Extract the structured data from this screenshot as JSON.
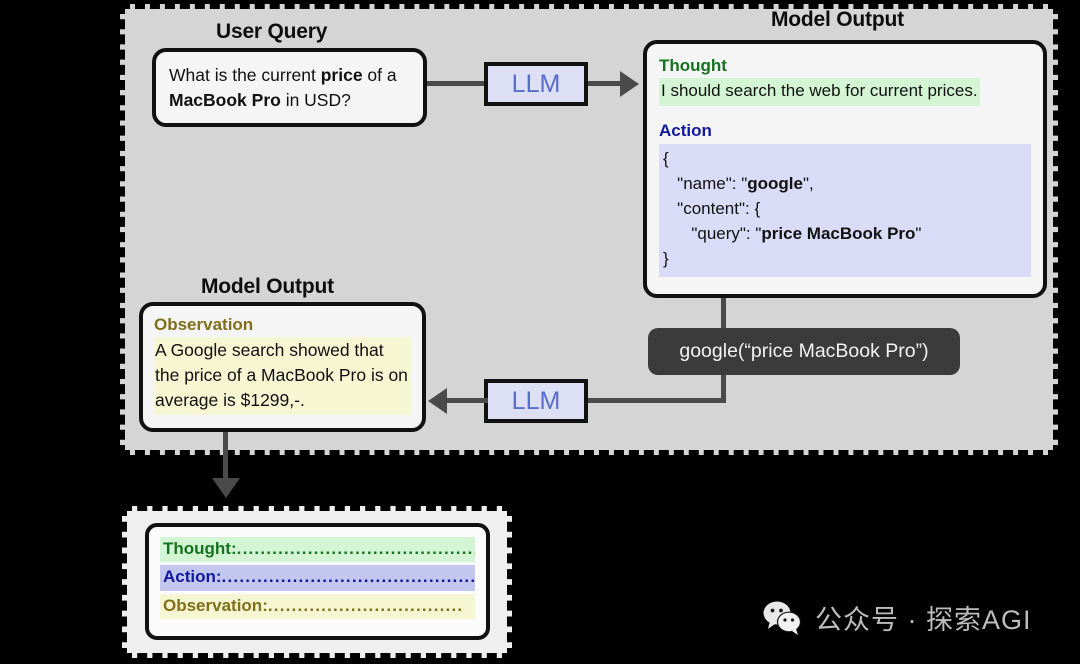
{
  "frame": {
    "titles": {
      "user_query": "User Query",
      "model_output_right": "Model Output",
      "model_output_left": "Model Output"
    }
  },
  "user_query": {
    "text_part1": "What is the current ",
    "bold1": "price",
    "text_part2": " of a ",
    "bold2": "MacBook Pro",
    "text_part3": " in USD?",
    "full_text": "What is the current price of a MacBook Pro in USD?"
  },
  "model_output": {
    "thought_heading": "Thought",
    "thought_body": "I should search the web for current prices.",
    "action_heading": "Action",
    "action_line1": "{",
    "action_line2_prefix": "   \"name\": \"",
    "action_line2_bold": "google",
    "action_line2_suffix": "\",",
    "action_line3": "   \"content\": {",
    "action_line4_prefix": "      \"query\": \"",
    "action_line4_bold": "price MacBook Pro",
    "action_line4_suffix": "\"",
    "action_line5": "}",
    "action_json": "{ \"name\": \"google\", \"content\": { \"query\": \"price MacBook Pro\" } }"
  },
  "observation": {
    "heading": "Observation",
    "body": "A Google search showed that the price of a MacBook Pro is on average is $1299,-."
  },
  "llm": {
    "top_label": "LLM",
    "bottom_label": "LLM"
  },
  "tool_call": {
    "label": "google(“price MacBook Pro”)"
  },
  "legend": {
    "rows": [
      {
        "label": "Thought:",
        "dots": "............................................."
      },
      {
        "label": "Action:",
        "dots": "..............................................."
      },
      {
        "label": "Observation:",
        "dots": "................................."
      }
    ]
  },
  "watermark": {
    "icon": "wechat-icon",
    "text": "公众号 · 探索AGI"
  },
  "colors": {
    "thought_green": "#15731f",
    "thought_bg": "#d4f5d4",
    "action_blue": "#13199c",
    "action_bg": "#dadcf7",
    "observation_olive": "#80701a",
    "observation_bg": "#f7f6d3",
    "llm_text": "#5a6ccc",
    "llm_bg": "#dde0f5",
    "tool_bg": "#3b3b3b",
    "frame_bg": "#d5d5d5",
    "connector": "#4a4a4a"
  }
}
